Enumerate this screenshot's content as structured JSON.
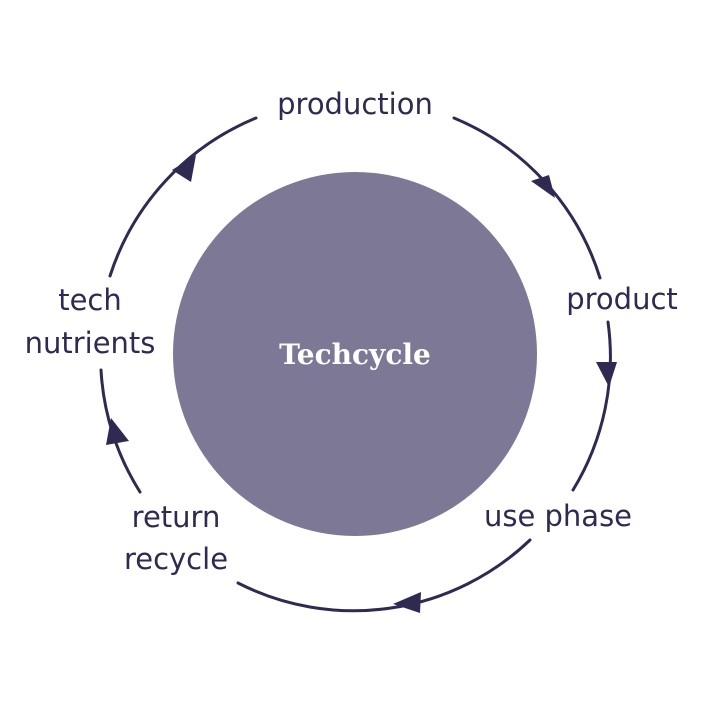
{
  "center": {
    "label": "Techcycle",
    "color": "#7c7896"
  },
  "stages": {
    "production": "production",
    "product": "product",
    "use_phase": "use phase",
    "return_recycle": [
      "return",
      "recycle"
    ],
    "tech_nutrients": [
      "tech",
      "nutrients"
    ]
  },
  "colors": {
    "stroke": "#2e2a52",
    "text": "#2e2a52"
  }
}
